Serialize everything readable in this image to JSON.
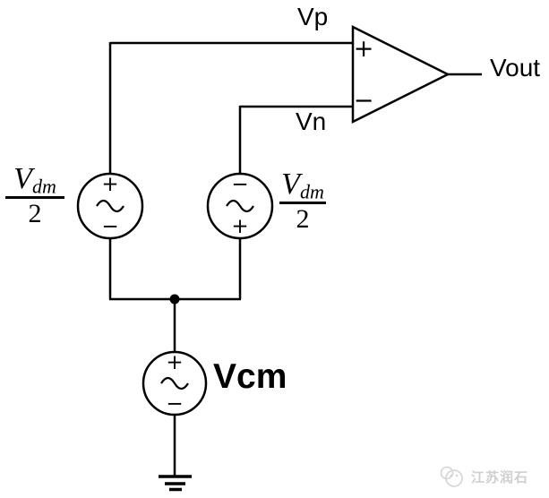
{
  "circuit": {
    "node_labels": {
      "vp": "Vp",
      "vn": "Vn",
      "vout": "Vout"
    },
    "opamp": {
      "noninverting_mark": "+",
      "inverting_mark": "−"
    },
    "sources": {
      "vdm_left": {
        "top_mark": "+",
        "bottom_mark": "−"
      },
      "vdm_right": {
        "top_mark": "−",
        "bottom_mark": "+"
      },
      "vcm": {
        "label": "Vcm",
        "top_mark": "+",
        "bottom_mark": "−"
      }
    },
    "vdm_fraction": {
      "numerator_base": "V",
      "numerator_subscript": "dm",
      "denominator": "2"
    },
    "watermark": {
      "text": "江苏润石"
    },
    "colors": {
      "line": "#000000",
      "watermark_gray": "#cfcfcf",
      "background": "#ffffff"
    }
  }
}
